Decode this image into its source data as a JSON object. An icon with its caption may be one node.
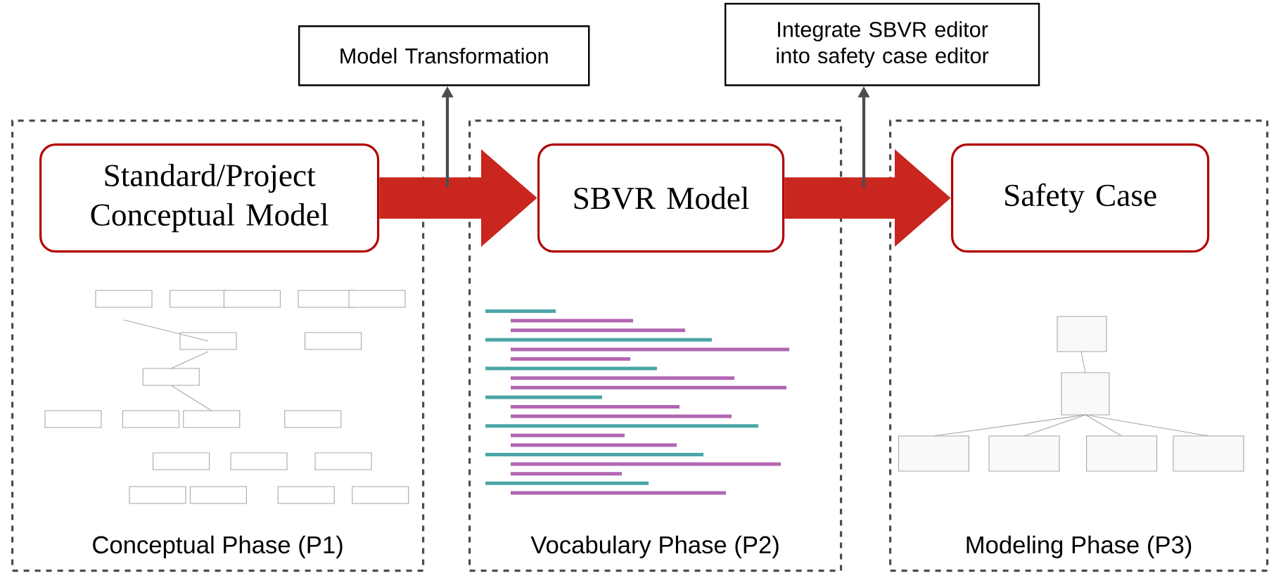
{
  "diagram": {
    "nodes": [
      {
        "text": [
          "Conceptual Phase (P1)"
        ]
      },
      {
        "text": [
          "Standard/Project Conceptual Model"
        ],
        "in": 0
      },
      {
        "text": [],
        "shape": "picture",
        "in": 0
      },
      {
        "text": [
          "Vocabulary Phase (P2)"
        ]
      },
      {
        "text": [
          "SBVR Model"
        ],
        "in": 3
      },
      {
        "text": [],
        "shape": "picture",
        "in": 3
      },
      {
        "text": [
          "Modeling Phase (P3)"
        ]
      },
      {
        "text": [
          "Safety Case"
        ],
        "in": 6
      },
      {
        "text": [],
        "shape": "picture",
        "in": 6
      },
      {
        "text": [
          "Model Transformation"
        ]
      },
      {
        "text": [
          "Integrate SBVR editor into safety case editor"
        ]
      }
    ],
    "edges": [
      {
        "from": 1,
        "to": 4,
        "arrow": "to",
        "style": "thick",
        "color": "#c8261e"
      },
      {
        "from": 4,
        "to": 7,
        "arrow": "to",
        "style": "thick",
        "color": "#c8261e"
      },
      {
        "from": null,
        "to": 9,
        "arrow": "to",
        "color": "#4d4d4d"
      },
      {
        "from": null,
        "to": 10,
        "arrow": "to",
        "color": "#4d4d4d"
      }
    ]
  }
}
